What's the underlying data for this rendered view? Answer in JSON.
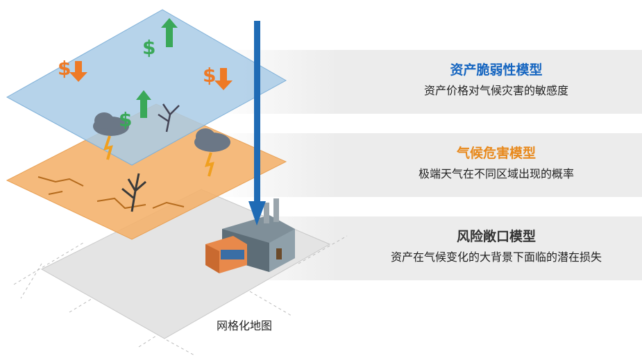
{
  "models": [
    {
      "title": "资产脆弱性模型",
      "description": "资产价格对气候灾害的敏感度",
      "title_color": "#1565c0"
    },
    {
      "title": "气候危害模型",
      "description": "极端天气在不同区域出现的概率",
      "title_color": "#e8891c"
    },
    {
      "title": "风险敞口模型",
      "description": "资产在气候变化的大背景下面临的潜在损失",
      "title_color": "#333333"
    }
  ],
  "grid_label": "网格化地图",
  "colors": {
    "vulnerability_layer": "#a9cbe6",
    "hazard_layer": "#f4b06a",
    "grid_layer": "#e4e4e4",
    "arrow": "#1f6bb5",
    "dollar_up": "#3aa858",
    "dollar_down": "#ee7a26"
  },
  "icons": [
    "dollar-up-icon",
    "dollar-down-icon",
    "storm-cloud-icon",
    "dead-tree-icon",
    "factory-icon",
    "arrow-down-icon"
  ]
}
